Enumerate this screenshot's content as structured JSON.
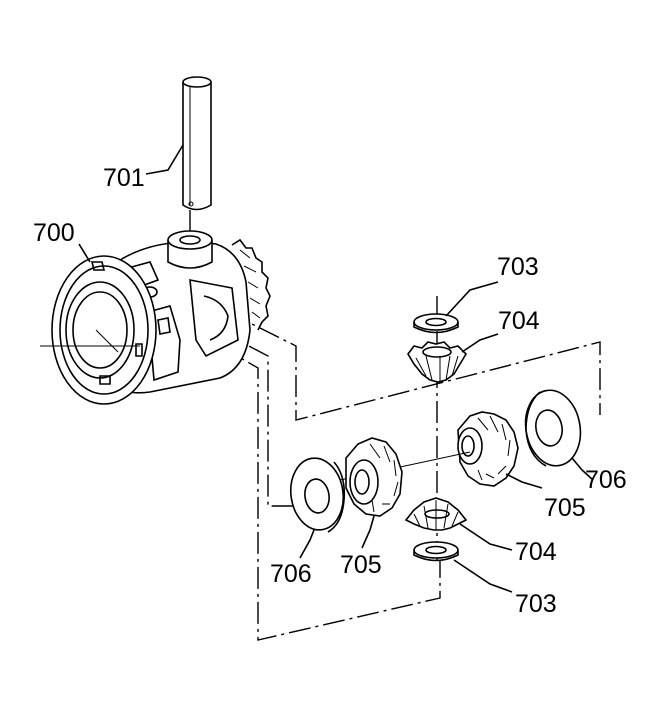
{
  "callouts": {
    "case": "700",
    "shaft": "701",
    "washer_top": "703",
    "pinion_top": "704",
    "thrust_right": "706",
    "side_gear_right": "705",
    "thrust_left": "706",
    "side_gear_left": "705",
    "pinion_bottom": "704",
    "washer_bottom": "703"
  }
}
